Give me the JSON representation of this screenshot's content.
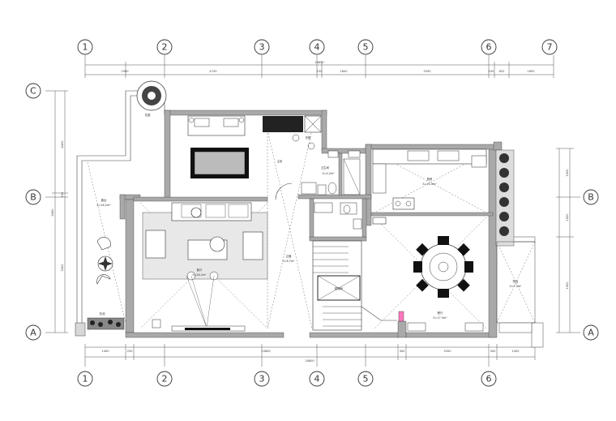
{
  "drawing": {
    "axes_top": [
      "1",
      "2",
      "3",
      "4",
      "5",
      "6",
      "7"
    ],
    "axes_bottom": [
      "1",
      "2",
      "3",
      "4",
      "5",
      "6"
    ],
    "axes_left": [
      "C",
      "B",
      "A"
    ],
    "axes_right": [
      "B",
      "A"
    ],
    "dims_top": [
      "2560",
      "4750",
      "150",
      "1800",
      "3350",
      "100",
      "620",
      "1650"
    ],
    "dims_top_total": "16650",
    "dims_bottom": [
      "1400",
      "250",
      "10800",
      "300",
      "3350",
      "300",
      "1900"
    ],
    "dims_bottom_total": "18600",
    "dims_left": [
      "4400",
      "150",
      "3900"
    ],
    "dims_left_total": "9450",
    "dims_right": [
      "1500",
      "1500",
      "1900"
    ],
    "rooms": [
      {
        "name": "主卧",
        "area": ""
      },
      {
        "name": "衣帽",
        "area": ""
      },
      {
        "name": "卫生间",
        "area": "S=4.2m²"
      },
      {
        "name": "厨房",
        "area": "S=10.4m²"
      },
      {
        "name": "客厅",
        "area": "S=28.2m²"
      },
      {
        "name": "餐厅",
        "area": "S=17.5m²"
      },
      {
        "name": "过道",
        "area": "S=6.7m²"
      },
      {
        "name": "露台",
        "area": "S=26.2m²"
      },
      {
        "name": "阳台",
        "area": "S=7.2m²"
      },
      {
        "name": "楼梯间",
        "area": ""
      },
      {
        "name": "花园",
        "area": ""
      },
      {
        "name": "花池",
        "area": ""
      }
    ]
  }
}
